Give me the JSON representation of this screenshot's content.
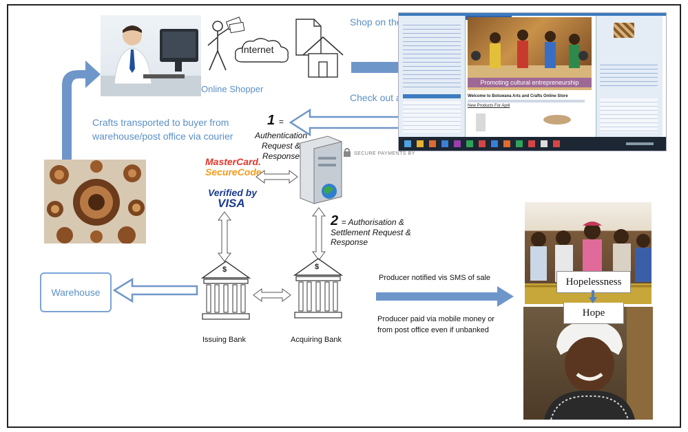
{
  "labels": {
    "internet": "Internet",
    "shop_on_portal": "Shop on the Portal",
    "online_shopper": "Online Shopper",
    "check_out_pay": "Check out  and pay",
    "crafts_line1": "Crafts transported to buyer from",
    "crafts_line2": "warehouse/post office via courier",
    "step1_num": "1",
    "step1_eq": "=",
    "auth_line1": "Authentication",
    "auth_line2": "Request &",
    "auth_line3": "Response",
    "secure_payments": "SECURE PAYMENTS BY",
    "mastercard_line1": "MasterCard.",
    "mastercard_line2": "SecureCode.",
    "verified_by": "Verified by",
    "visa": "VISA",
    "step2_num": "2",
    "step2_line1": "= Authorisation &",
    "step2_line2": "Settlement Request &",
    "step2_line3": "Response",
    "warehouse": "Warehouse",
    "issuing_bank": "Issuing Bank",
    "acquiring_bank": "Acquiring Bank",
    "producer_notified": "Producer notified vis SMS of sale",
    "producer_paid_line1": "Producer paid via mobile money or",
    "producer_paid_line2": "from post office even if unbanked",
    "hopelessness": "Hopelessness",
    "hope": "Hope",
    "bank_symbol": "$"
  },
  "portal_screenshot": {
    "banner_caption": "Promoting cultural entrepreneurship",
    "welcome": "Welcome to Botswana Arts and Crafts Online Store",
    "new_products": "New Products For April"
  },
  "colors": {
    "arrow_blue": "#6f96c9",
    "text_blue": "#5b8fc7",
    "frame": "#222222",
    "mastercard_red": "#e0362a",
    "mastercard_orange": "#f59a1b",
    "visa_blue": "#1a3a8f"
  }
}
